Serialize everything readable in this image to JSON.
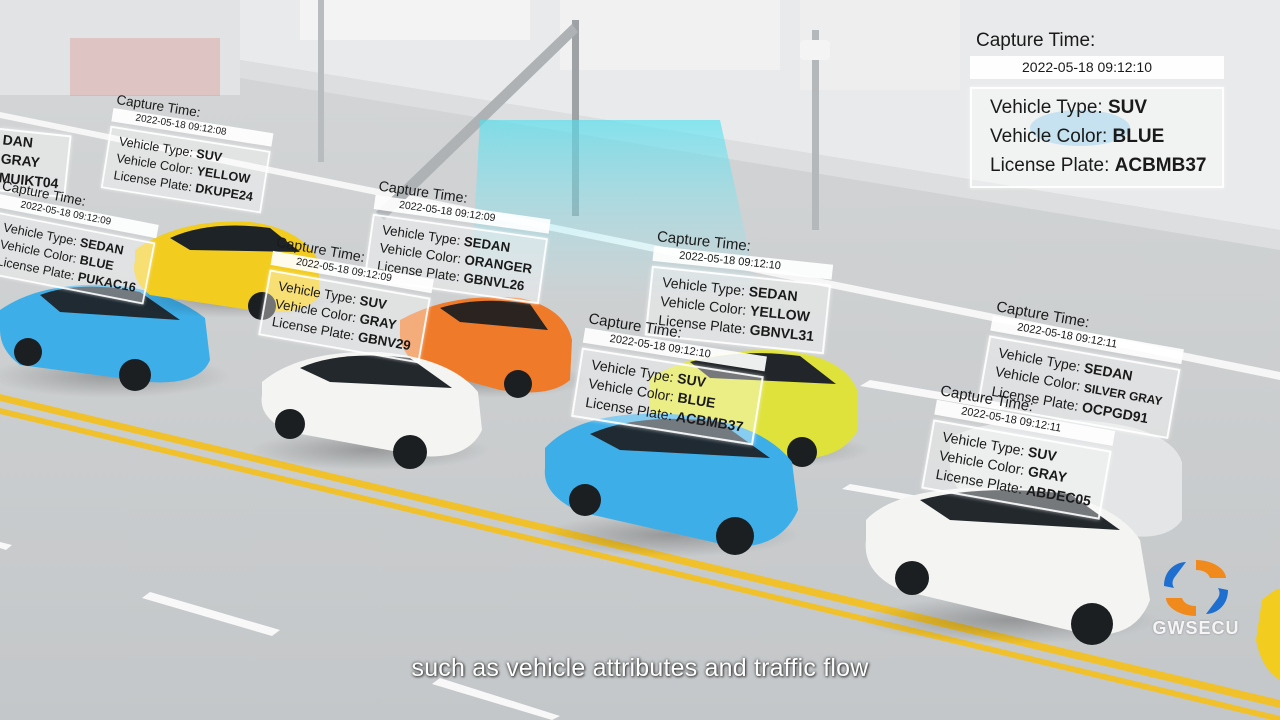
{
  "subtitle": "such as vehicle attributes and traffic flow",
  "brand": "GWSECU",
  "labels": {
    "top_right": {
      "capture_label": "Capture Time:",
      "capture_time": "2022-05-18 09:12:10",
      "type_label": "Vehicle Type: ",
      "type_value": "SUV",
      "color_label": "Vehicle Color: ",
      "color_value": "BLUE",
      "plate_label": "License Plate: ",
      "plate_value": "ACBMB37"
    },
    "far_left": {
      "type_value": "DAN",
      "color_value": "GRAY",
      "plate_value": "MUIKT04"
    },
    "left_yellow": {
      "capture_label": "Capture Time:",
      "capture_time": "2022-05-18 09:12:08",
      "type_label": "Vehicle Type: ",
      "type_value": "SUV",
      "color_label": "Vehicle Color: ",
      "color_value": "YELLOW",
      "plate_label": "License Plate: ",
      "plate_value": "DKUPE24"
    },
    "left_blue": {
      "capture_label": "Capture Time:",
      "capture_time": "2022-05-18 09:12:09",
      "type_label": "Vehicle Type: ",
      "type_value": "SEDAN",
      "color_label": "Vehicle Color: ",
      "color_value": "BLUE",
      "plate_label": "License Plate: ",
      "plate_value": "PUKAC16"
    },
    "orange": {
      "capture_label": "Capture Time:",
      "capture_time": "2022-05-18 09:12:09",
      "type_label": "Vehicle Type: ",
      "type_value": "SEDAN",
      "color_label": "Vehicle Color: ",
      "color_value": "ORANGER",
      "plate_label": "License Plate: ",
      "plate_value": "GBNVL26"
    },
    "white_left": {
      "capture_label": "Capture Time:",
      "capture_time": "2022-05-18 09:12:09",
      "type_label": "Vehicle Type: ",
      "type_value": "SUV",
      "color_label": "Vehicle Color: ",
      "color_value": "GRAY",
      "plate_label": "License Plate: ",
      "plate_value": "GBNV29"
    },
    "yellow_mid": {
      "capture_label": "Capture Time:",
      "capture_time": "2022-05-18 09:12:10",
      "type_label": "Vehicle Type: ",
      "type_value": "SEDAN",
      "color_label": "Vehicle Color: ",
      "color_value": "YELLOW",
      "plate_label": "License Plate: ",
      "plate_value": "GBNVL31"
    },
    "blue_mid": {
      "capture_label": "Capture Time:",
      "capture_time": "2022-05-18 09:12:10",
      "type_label": "Vehicle Type: ",
      "type_value": "SUV",
      "color_label": "Vehicle Color: ",
      "color_value": "BLUE",
      "plate_label": "License Plate: ",
      "plate_value": "ACBMB37"
    },
    "silver_right": {
      "capture_label": "Capture Time:",
      "capture_time": "2022-05-18 09:12:11",
      "type_label": "Vehicle Type: ",
      "type_value": "SEDAN",
      "color_label": "Vehicle Color: ",
      "color_value": "SILVER GRAY",
      "plate_label": "License Plate: ",
      "plate_value": "OCPGD91"
    },
    "gray_right": {
      "capture_label": "Capture Time:",
      "capture_time": "2022-05-18 09:12:11",
      "type_label": "Vehicle Type: ",
      "type_value": "SUV",
      "color_label": "Vehicle Color: ",
      "color_value": "GRAY",
      "plate_label": "License Plate: ",
      "plate_value": "ABDEC05"
    }
  },
  "colors": {
    "road": "#c9cccd",
    "lane_yellow": "#f2c230",
    "car_blue": "#3eaee8",
    "car_yellow": "#f2cc1e",
    "car_lime": "#dfe23a",
    "car_orange": "#ef7a2a",
    "car_white": "#f4f4f2",
    "logo_blue": "#1f6fd0",
    "logo_orange": "#f08a1c"
  }
}
